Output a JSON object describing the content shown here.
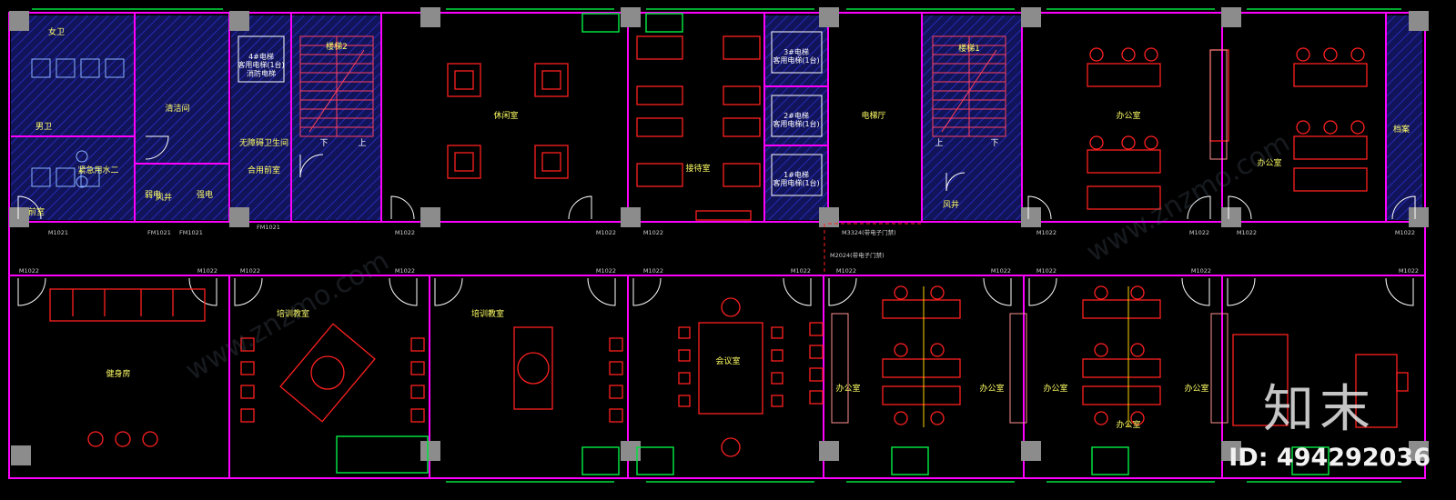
{
  "colors": {
    "wall": "#ff00ff",
    "furniture": "#ff2020",
    "stair": "#ff4060",
    "door": "#ffffff",
    "hatch": "#2a2fd0",
    "column": "#8c8c8c",
    "window": "#00e040",
    "label": "#ffff66",
    "tag": "#d0d0d0",
    "partition": "#ffd000",
    "grey_line": "#909090"
  },
  "rooms": {
    "r1": "女卫",
    "r2": "男卫",
    "r3": "清洁间",
    "r4": "紧急用水二",
    "r5": "前室",
    "r6": "无障碍卫生间",
    "r7": "风井",
    "r8": "合用前室",
    "r9": "楼梯2",
    "r10": "休闲室",
    "r11": "接待室",
    "r12": "电梯厅",
    "r13": "楼梯1",
    "r14": "办公室",
    "r15": "办公室",
    "r16": "档案",
    "r17": "健身房",
    "r18": "培训教室",
    "r19": "培训教室",
    "r20": "会议室",
    "r21": "办公室",
    "r22": "办公室",
    "r23": "办公室",
    "r24": "办公室",
    "r25": "办公室",
    "r26": "弱电",
    "r27": "强电",
    "r28": "风井"
  },
  "elevators": {
    "e1": "3#电梯\n客用电梯(1台)",
    "e2": "2#电梯\n客用电梯(1台)",
    "e3": "1#电梯\n客用电梯(1台)",
    "e4": "4#电梯\n客用电梯(1台)\n消防电梯"
  },
  "stairs": {
    "up": "上",
    "down": "下"
  },
  "door_tags": [
    "M1021",
    "FM1021",
    "FM1021",
    "FM1021",
    "M1022",
    "M1022",
    "M1022",
    "M1022",
    "M1022",
    "M1022",
    "M1022",
    "M1022",
    "M1022",
    "M1022",
    "M1022",
    "M1022",
    "M1022",
    "M1022",
    "M1022",
    "M1022",
    "M1022",
    "M1022",
    "M1022"
  ],
  "corridor_notes": {
    "n1": "M3324(带电子门禁)",
    "n2": "M2024(带电子门禁)"
  },
  "watermark": {
    "logo": "知末",
    "id": "ID: 494292036",
    "diag": "www.znzmo.com"
  }
}
